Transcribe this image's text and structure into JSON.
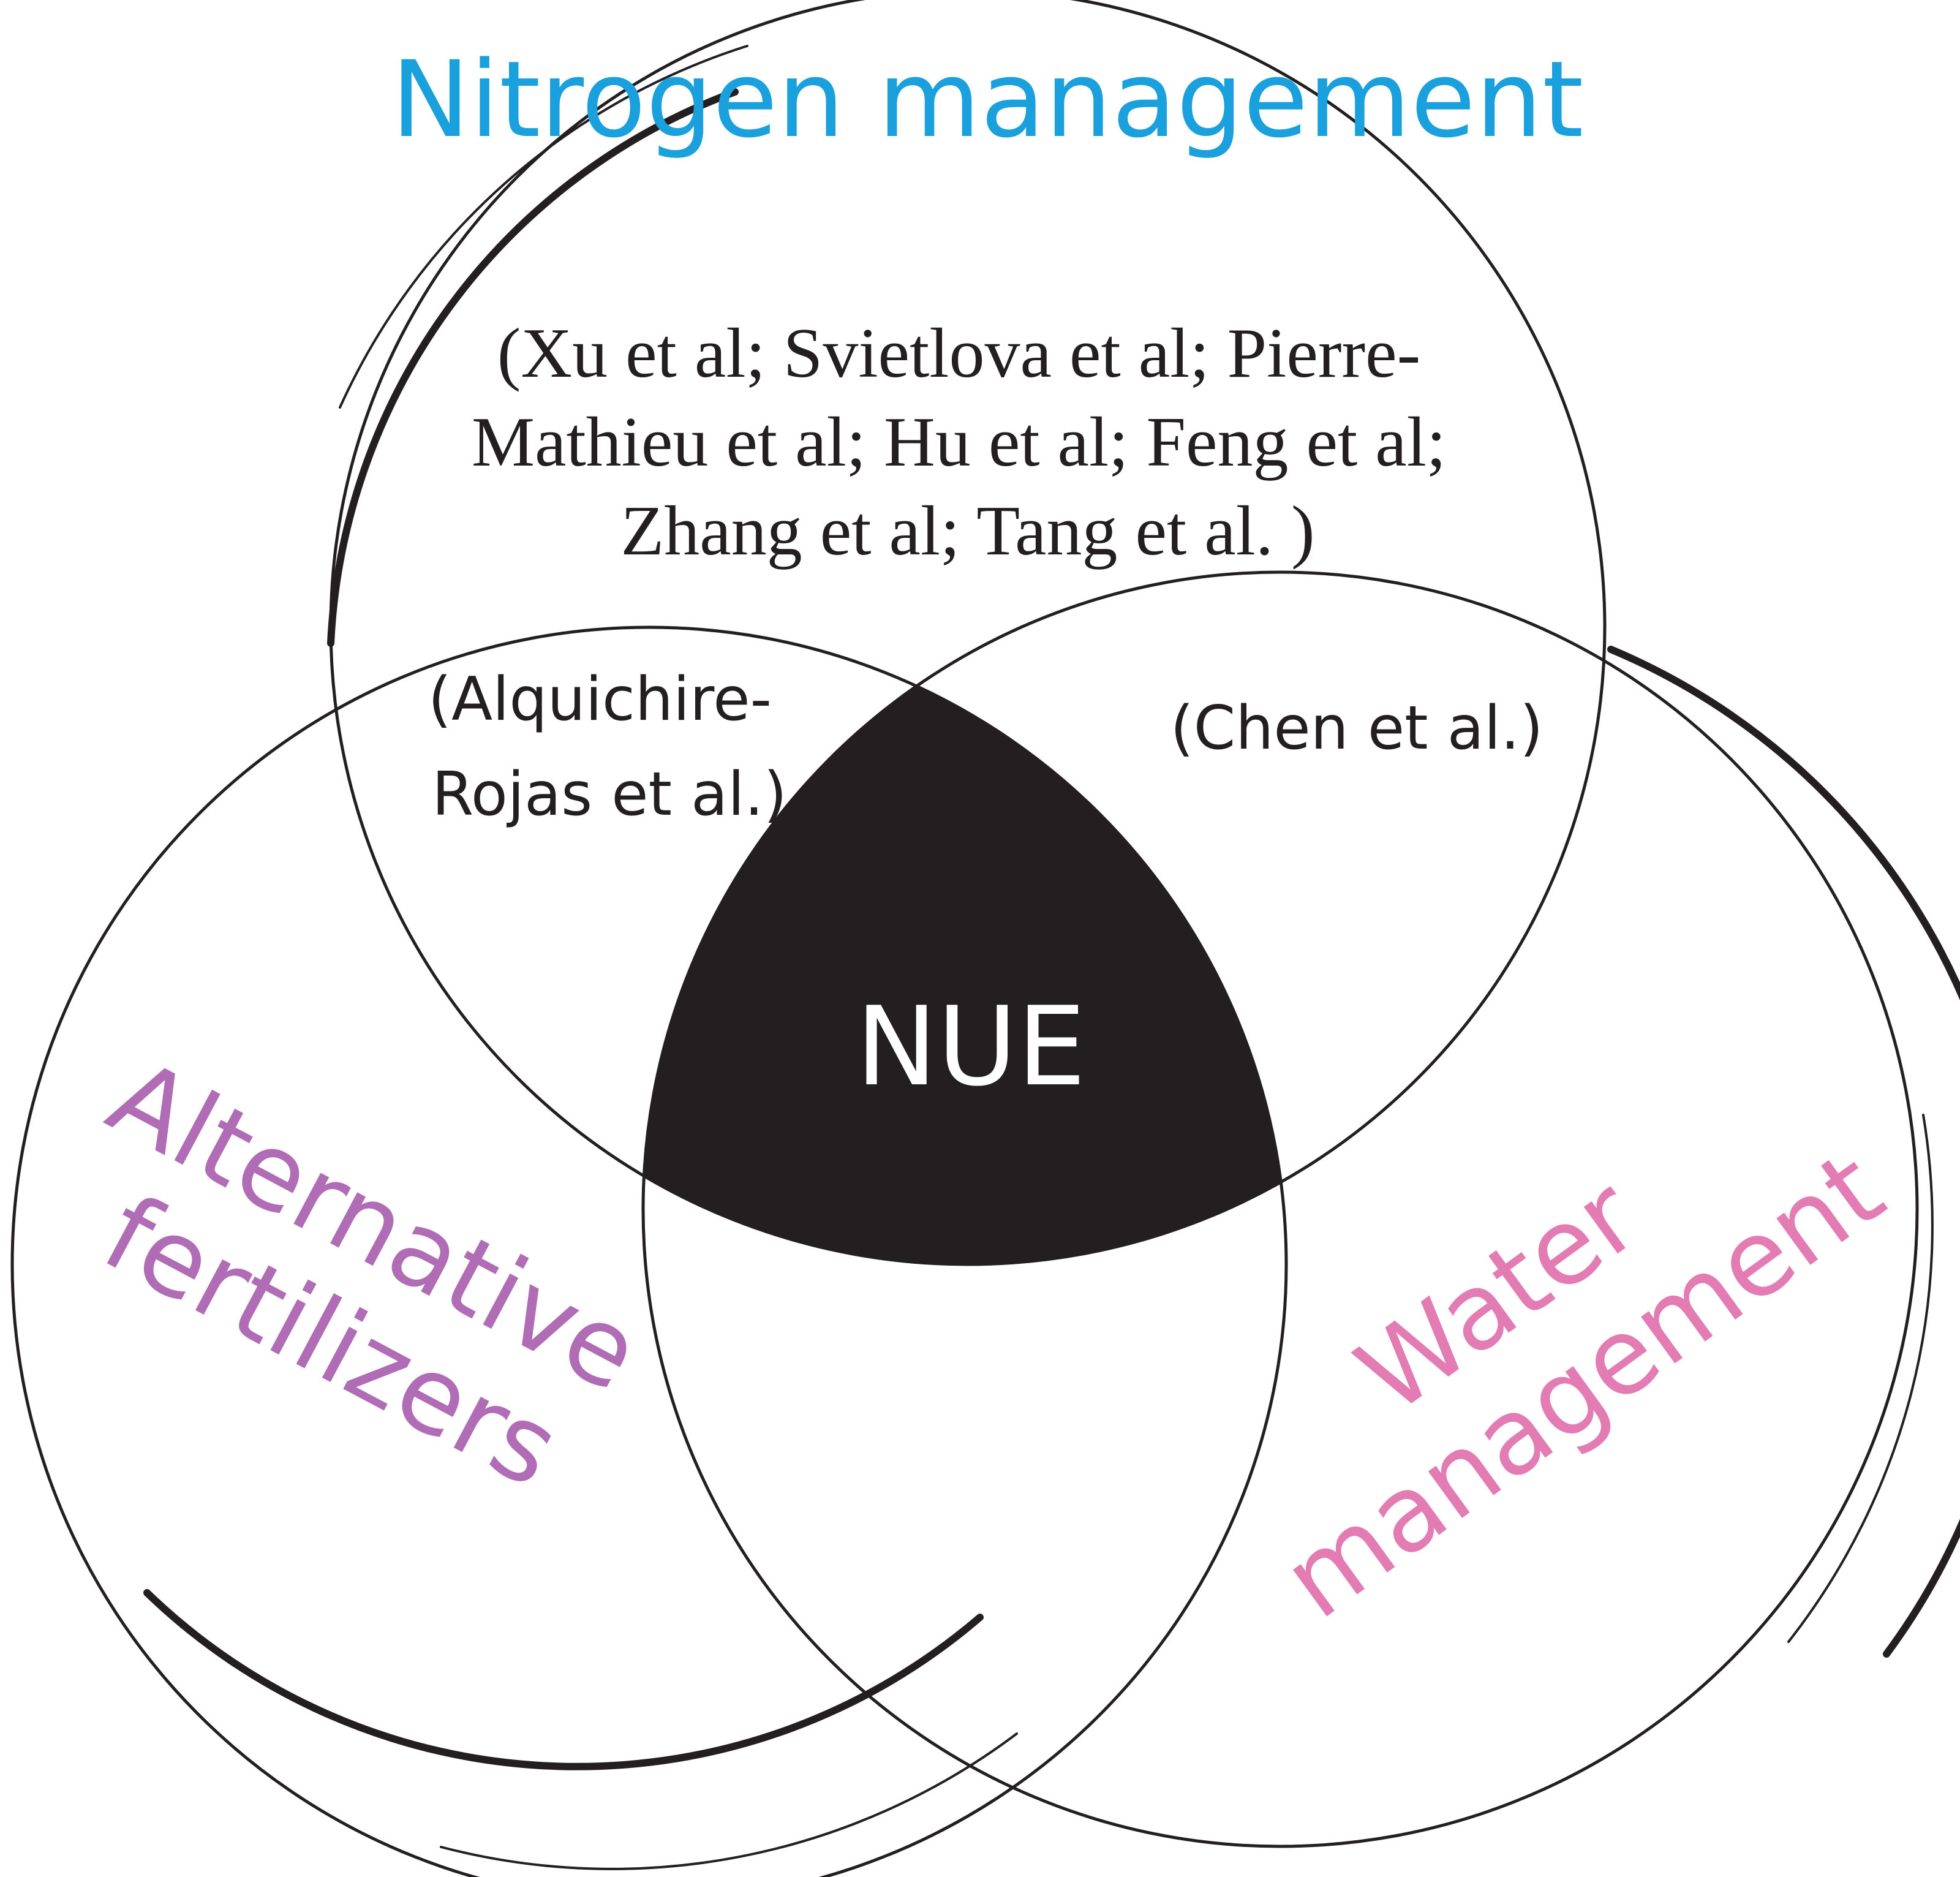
{
  "sets": {
    "top": {
      "label": "Nitrogen management",
      "color": "#1aa0dc"
    },
    "left": {
      "label_lines": [
        "Alternative",
        "fertilizers"
      ],
      "color": "#b06cb4"
    },
    "right": {
      "label_lines": [
        "Water",
        "management"
      ],
      "color": "#e27cb3"
    }
  },
  "regions": {
    "top_only_refs": [
      "(Xu et al; Svietlova et al; Pierre-",
      "Mathieu et al; Hu et al; Feng et al;",
      "Zhang et al; Tang et al. )"
    ],
    "top_left_refs": [
      "(Alquichire-",
      "Rojas et al.)"
    ],
    "top_right_refs": "(Chen et al.)",
    "center": {
      "label": "NUE",
      "fill": "#231f20",
      "text_color": "#ffffff"
    }
  }
}
